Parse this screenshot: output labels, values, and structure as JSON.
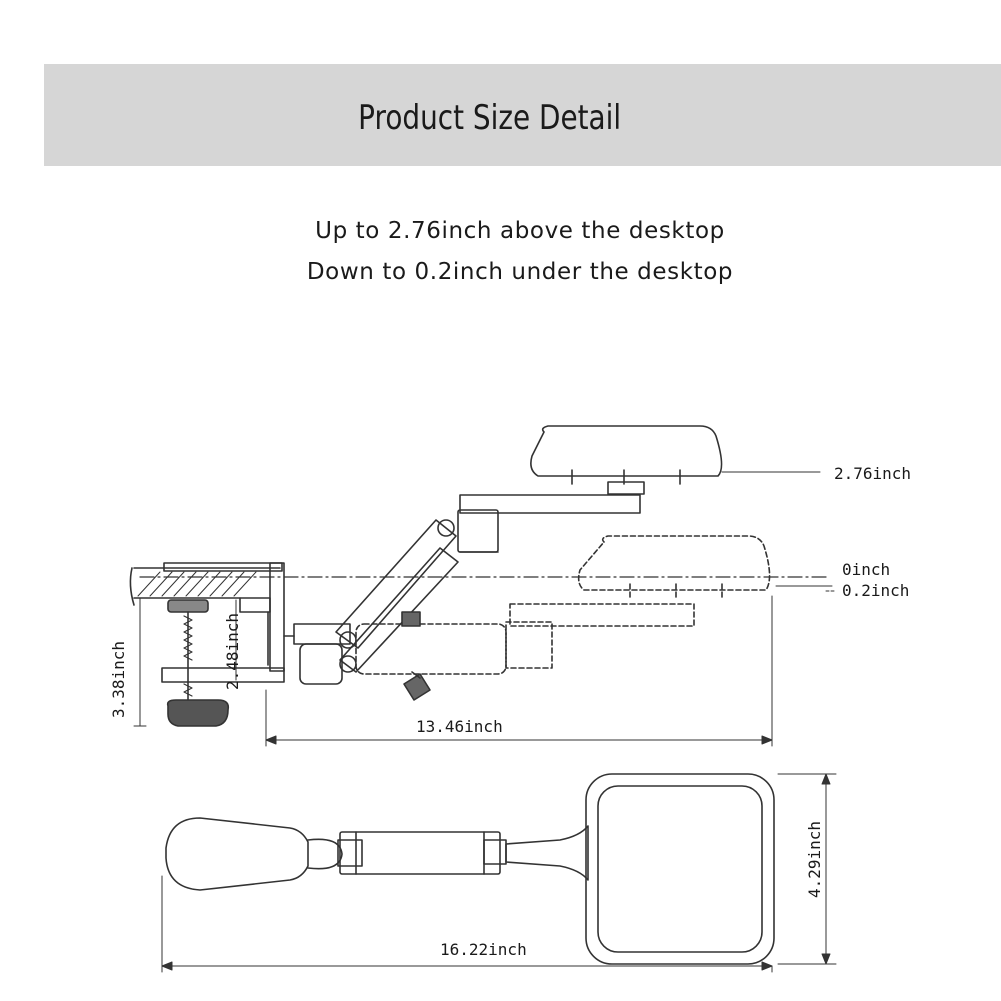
{
  "header": {
    "title": "Product Size Detail"
  },
  "subtitle": {
    "line1": "Up to 2.76inch above the desktop",
    "line2": "Down to 0.2inch under the desktop"
  },
  "dimensions": {
    "above_desktop": "2.76inch",
    "desktop_level": "0inch",
    "below_desktop": "0.2inch",
    "clamp_height": "3.38inch",
    "clamp_opening": "2.48inch",
    "side_length": "13.46inch",
    "pad_width": "4.29inch",
    "total_length": "16.22inch"
  }
}
